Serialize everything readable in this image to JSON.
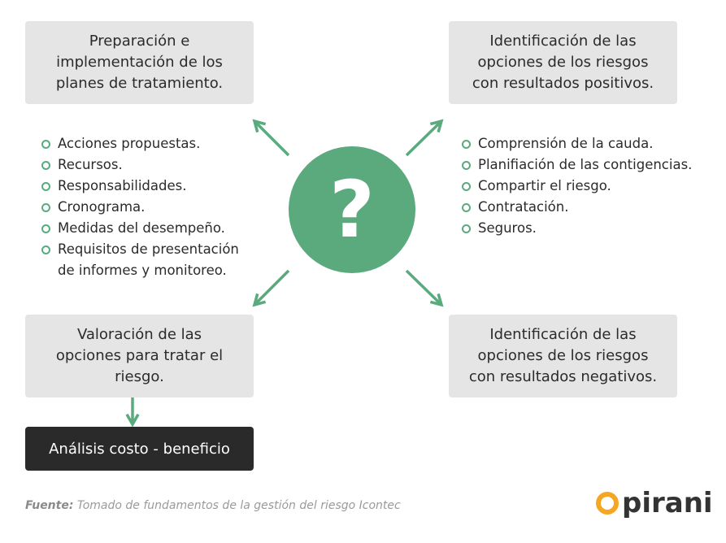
{
  "boxes": {
    "top_left": "Preparación e\nimplementación de los\nplanes de tratamiento.",
    "top_right": "Identificación de las\nopciones de los riesgos\ncon resultados positivos.",
    "bottom_left": "Valoración de las\nopciones para tratar el\nriesgo.",
    "bottom_right": "Identificación de las\nopciones de los riesgos\ncon resultados negativos."
  },
  "left_list": [
    "Acciones propuestas.",
    "Recursos.",
    "Responsabilidades.",
    "Cronograma.",
    "Medidas del desempeño.",
    "Requisitos de presentación",
    "de informes y monitoreo."
  ],
  "right_list": [
    "Comprensión de la cauda.",
    "Planifiación de las contigencias.",
    "Compartir el riesgo.",
    "Contratación.",
    "Seguros."
  ],
  "center_symbol": "?",
  "dark_box_label": "Análisis costo - beneficio",
  "source": {
    "label": "Fuente:",
    "text": "Tomado de fundamentos de la gestión del riesgo Icontec"
  },
  "logo_text": "pirani",
  "colors": {
    "accent_green": "#5aaa7e",
    "box_gray": "#e5e5e5",
    "dark_box": "#2a2a2a",
    "logo_orange": "#f5a623"
  }
}
